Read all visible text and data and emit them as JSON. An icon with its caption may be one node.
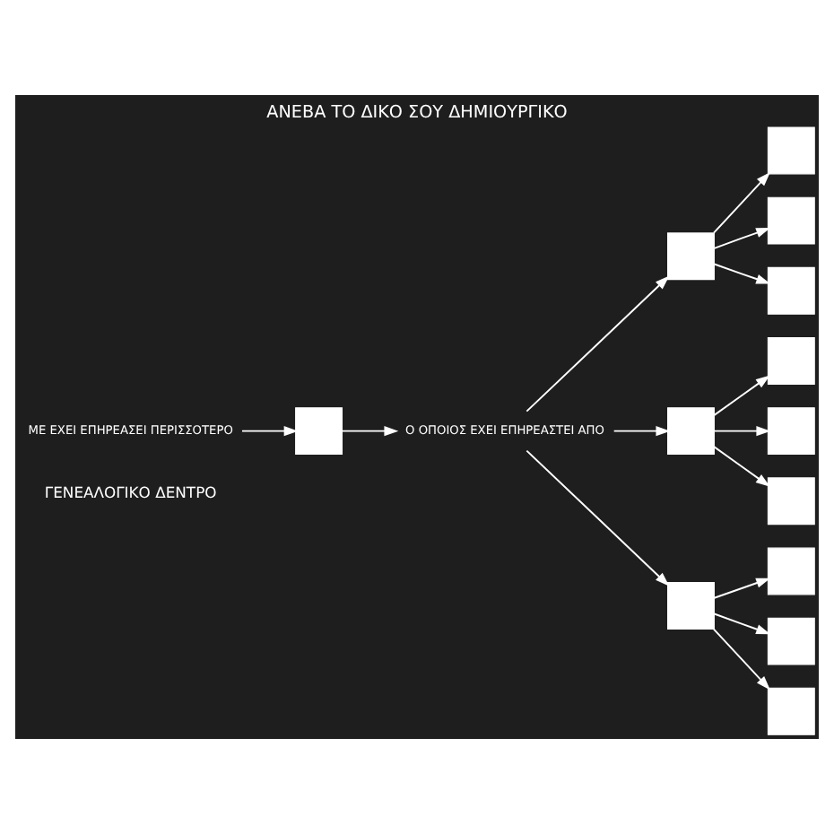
{
  "diagram": {
    "title": "ΑΝΕΒΑ ΤΟ ΔΙΚΟ ΣΟΥ ΔΗΜΙΟΥΡΓΙΚΟ",
    "nodes": [
      {
        "text": [],
        "shape": "box"
      },
      {
        "text": [],
        "shape": "box"
      },
      {
        "text": [],
        "shape": "box"
      },
      {
        "text": [],
        "shape": "box"
      },
      {
        "text": [],
        "shape": "box"
      },
      {
        "text": [],
        "shape": "box"
      },
      {
        "text": [],
        "shape": "box"
      },
      {
        "text": [],
        "shape": "box"
      },
      {
        "text": [],
        "shape": "box"
      },
      {
        "text": [],
        "shape": "box"
      },
      {
        "text": [],
        "shape": "box"
      },
      {
        "text": [
          "Ο ΟΠΟΙΟΣ ΕΧΕΙ ΕΠΗΡΕΑΣΤΕΙ ΑΠΟ"
        ]
      },
      {
        "text": [],
        "shape": "box"
      },
      {
        "text": [
          "ΜΕ ΕΧΕΙ ΕΠΗΡΕΑΣΕΙ ΠΕΡΙΣΣΟΤΕΡΟ"
        ]
      },
      {
        "text": [],
        "shape": "box"
      }
    ],
    "edges": [
      {
        "from": 13,
        "to": 14,
        "arrow": "to"
      },
      {
        "from": 14,
        "to": 11,
        "arrow": "to"
      },
      {
        "from": 11,
        "to": 9,
        "arrow": "to"
      },
      {
        "from": 11,
        "to": 6,
        "arrow": "to"
      },
      {
        "from": 11,
        "to": 10,
        "arrow": "to"
      },
      {
        "from": 9,
        "to": 5,
        "arrow": "to"
      },
      {
        "from": 9,
        "to": 1,
        "arrow": "to"
      },
      {
        "from": 9,
        "to": 0,
        "arrow": "to"
      },
      {
        "from": 6,
        "to": 2,
        "arrow": "to"
      },
      {
        "from": 6,
        "to": 3,
        "arrow": "to"
      },
      {
        "from": 6,
        "to": 4,
        "arrow": "to"
      },
      {
        "from": 10,
        "to": 7,
        "arrow": "to"
      },
      {
        "from": 10,
        "to": 8,
        "arrow": "to"
      },
      {
        "from": 10,
        "to": 12,
        "arrow": "to"
      }
    ],
    "labels": [
      "ΓΕΝΕΑΛΟΓΙΚΟ ΔΕΝΤΡΟ"
    ]
  }
}
